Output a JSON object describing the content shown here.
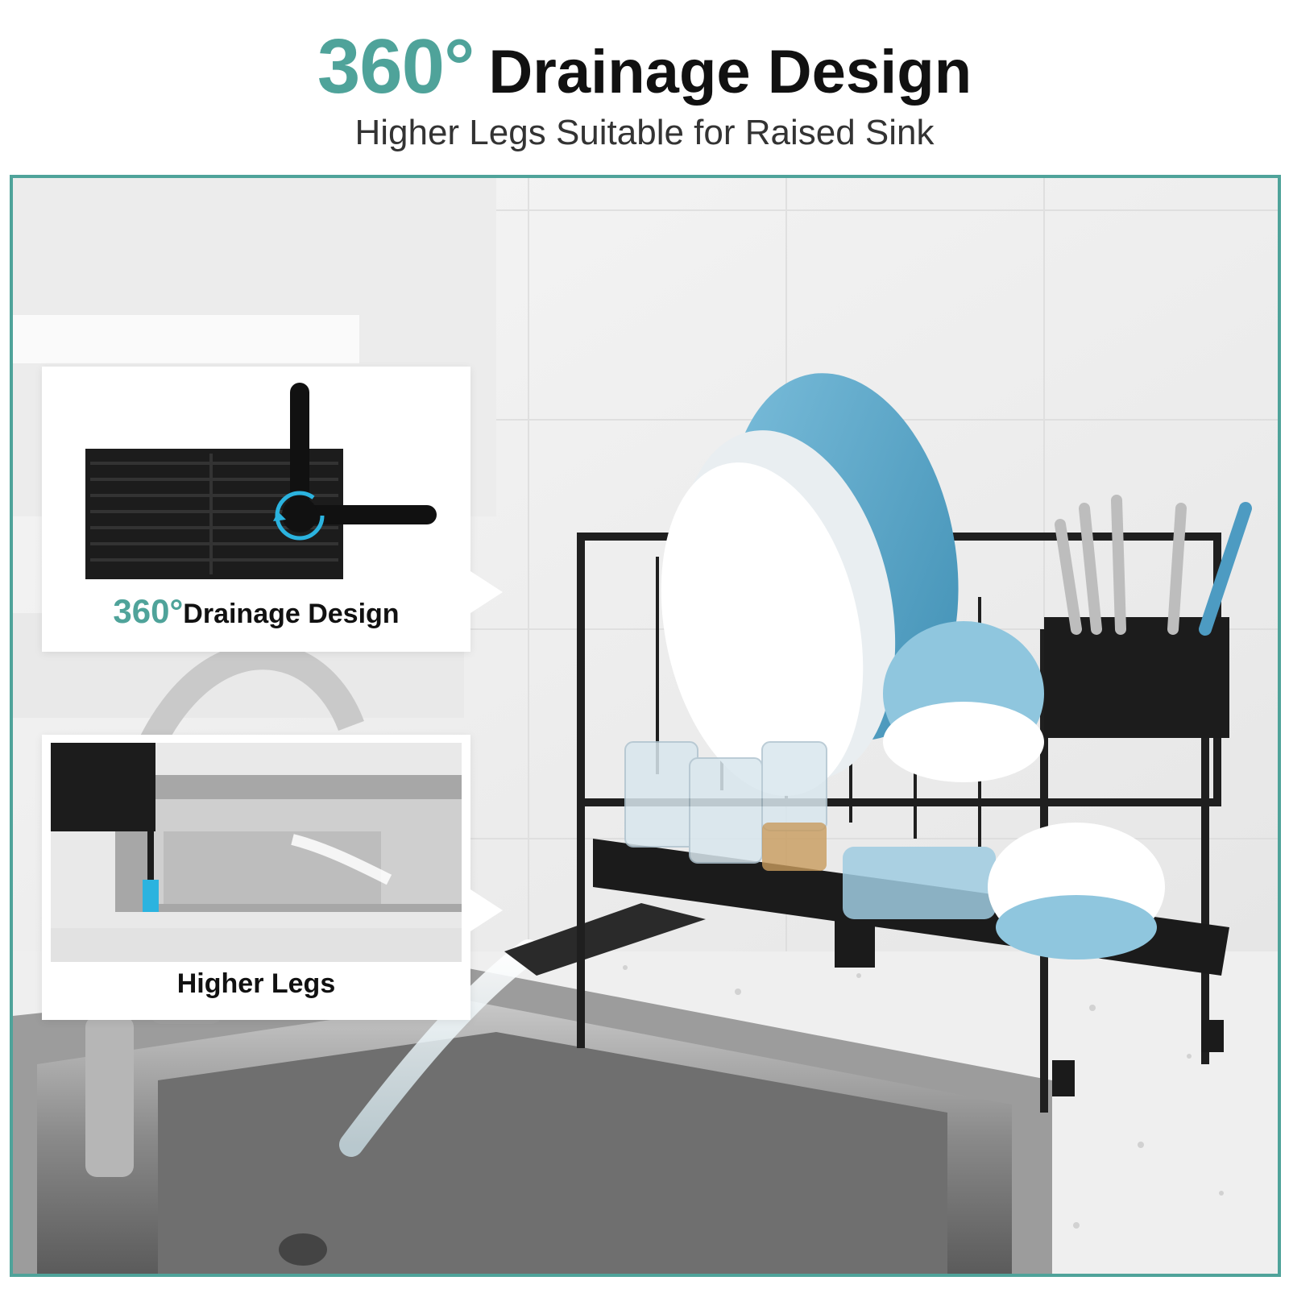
{
  "header": {
    "title_accent": "360°",
    "title_main": "Drainage Design",
    "subtitle": "Higher Legs Suitable for Raised Sink"
  },
  "callouts": [
    {
      "accent": "360°",
      "text": "Drainage Design",
      "icon": "rotate-arrow-icon"
    },
    {
      "text": "Higher Legs"
    }
  ],
  "colors": {
    "accent": "#4fa39a",
    "frame_border": "#4fa39a",
    "rack_black": "#1f1f1f",
    "plate_blue": "#5aa7c9"
  }
}
